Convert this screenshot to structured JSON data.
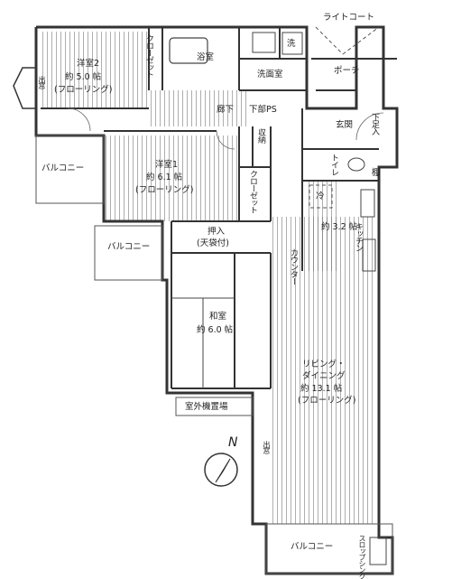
{
  "rooms": {
    "western2": {
      "name": "洋室2",
      "area": "約 5.0 帖",
      "floor": "(フローリング)"
    },
    "western1": {
      "name": "洋室1",
      "area": "約 6.1 帖",
      "floor": "(フローリング)"
    },
    "japanese": {
      "name": "和室",
      "area": "約 6.0 帖"
    },
    "ldk": {
      "name1": "リビング・",
      "name2": "ダイニング",
      "area": "約 13.1 帖",
      "floor": "(フローリング)"
    },
    "kitchen": {
      "name": "キッチン",
      "area": "約 3.2 帖"
    }
  },
  "labels": {
    "light_court": "ライトコート",
    "bath": "浴室",
    "washroom": "洗面室",
    "wash": "洗",
    "porch": "ポーチ",
    "entrance": "玄関",
    "shoe": "下足入",
    "hall": "廊下",
    "ps": "下部PS",
    "storage": "収納",
    "toilet": "トイレ",
    "shelf": "棚",
    "fridge": "冷",
    "closet": "クローゼット",
    "oshiire": "押入",
    "oshiire_sub": "(天袋付)",
    "balcony": "バルコニー",
    "counter": "カウンター",
    "ac_unit": "室外機置場",
    "window": "出窓",
    "slop_sink": "スロップシンク",
    "north": "N"
  }
}
